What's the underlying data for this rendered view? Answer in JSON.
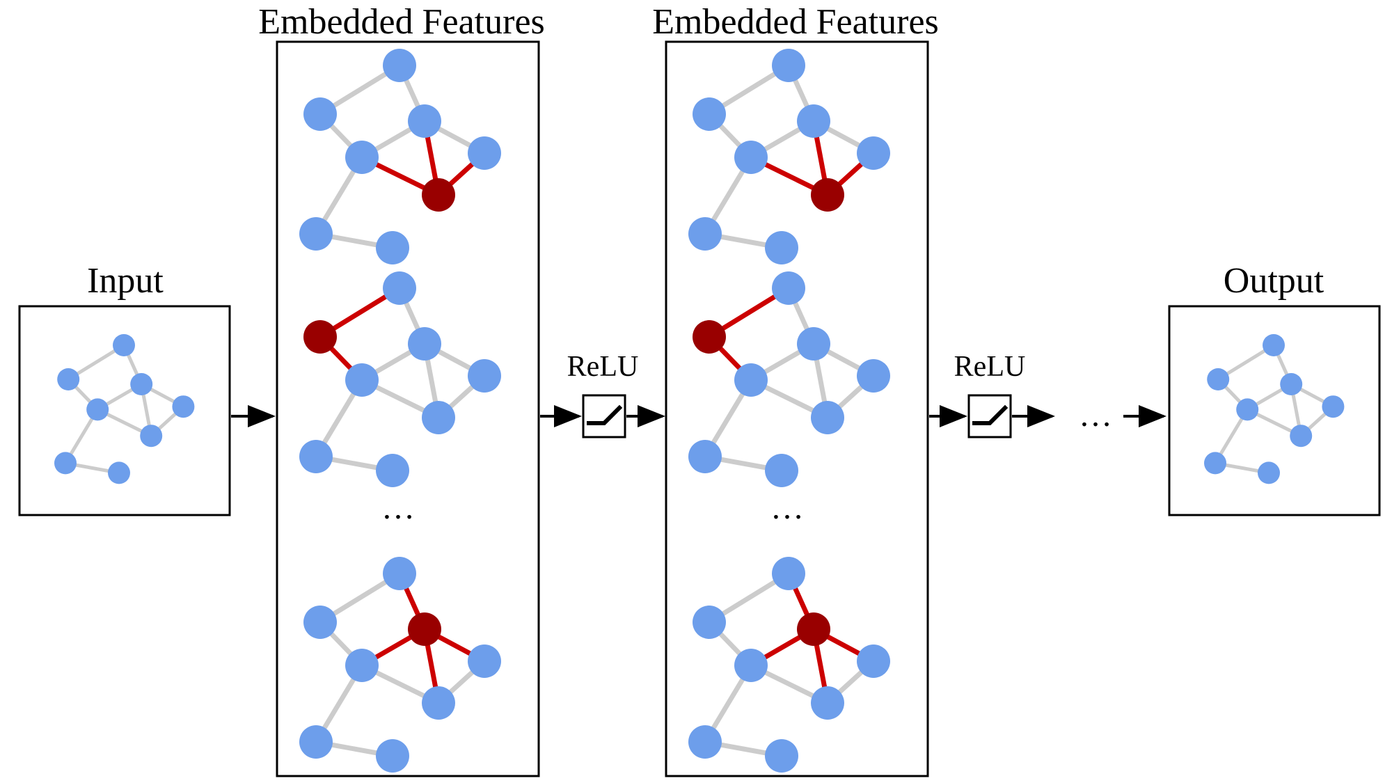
{
  "input": {
    "title": "Input"
  },
  "output": {
    "title": "Output"
  },
  "layers": [
    {
      "title": "Embedded Features",
      "ellipsis": "…"
    },
    {
      "title": "Embedded Features",
      "ellipsis": "…"
    }
  ],
  "activations": [
    {
      "label": "ReLU"
    },
    {
      "label": "ReLU"
    }
  ],
  "trailing_ellipsis": "…",
  "colors": {
    "node": "#6d9eeb",
    "node_highlight": "#990000",
    "edge": "#cccccc",
    "edge_highlight": "#cc0000",
    "frame": "#000000"
  },
  "icons": {
    "arrow": "arrow-right-icon",
    "relu": "relu-icon"
  }
}
